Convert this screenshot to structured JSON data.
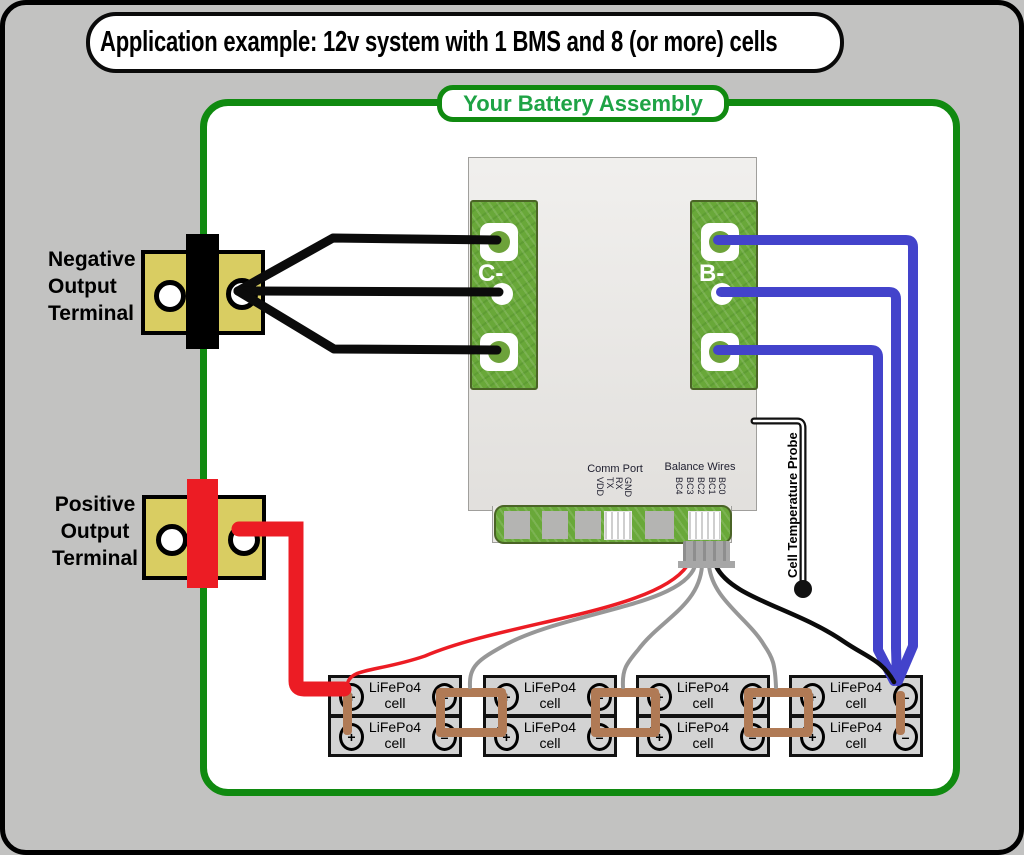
{
  "title": "Application example: 12v system with 1 BMS and 8 (or more) cells",
  "assembly_label": "Your Battery Assembly",
  "labels": {
    "negative_terminal": "Negative Output Terminal",
    "positive_terminal": "Positive Output Terminal",
    "temperature_probe": "Cell Temperature Probe"
  },
  "bms": {
    "charge_pad": "C-",
    "battery_pad": "B-",
    "comm_port": {
      "label": "Comm Port",
      "pins": [
        "VDD",
        "TX",
        "RX",
        "GND"
      ]
    },
    "balance": {
      "label": "Balance Wires",
      "pins": [
        "BC4",
        "BC3",
        "BC2",
        "BC1",
        "BC0"
      ]
    }
  },
  "cells": {
    "line1": "LiFePo4",
    "line2": "cell",
    "plus": "+",
    "minus": "–"
  },
  "colors": {
    "frame-green": "#108a10",
    "accent-green": "#1ea345",
    "pcb-green": "#69a839",
    "pad-circle": "#6da23a",
    "wire-black": "#0b0b0b",
    "wire-blue": "#4343cb",
    "wire-red": "#ec1c24",
    "wire-gray": "#979797",
    "busbar": "#b07a55",
    "terminal-yellow": "#d9cd62",
    "board": "#e9e7e4",
    "cell": "#d3d3d3",
    "bg": "#c2c2c1"
  }
}
